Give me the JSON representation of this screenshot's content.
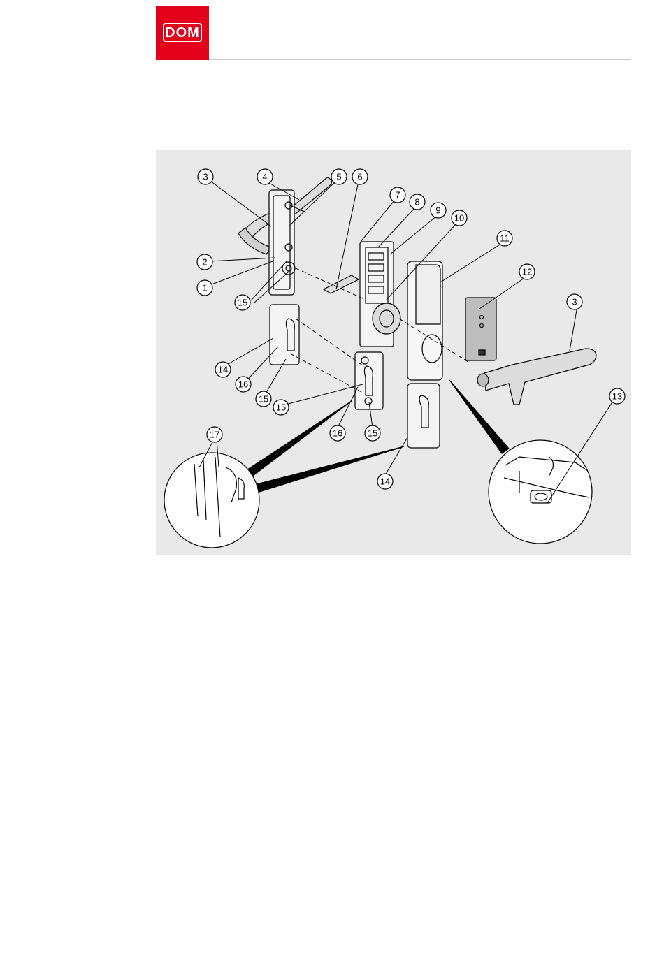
{
  "logo": {
    "text": "DOM"
  },
  "figure": {
    "callouts": [
      "1",
      "2",
      "3",
      "4",
      "5",
      "6",
      "7",
      "8",
      "9",
      "10",
      "11",
      "12",
      "13",
      "14",
      "15",
      "16",
      "17"
    ]
  }
}
